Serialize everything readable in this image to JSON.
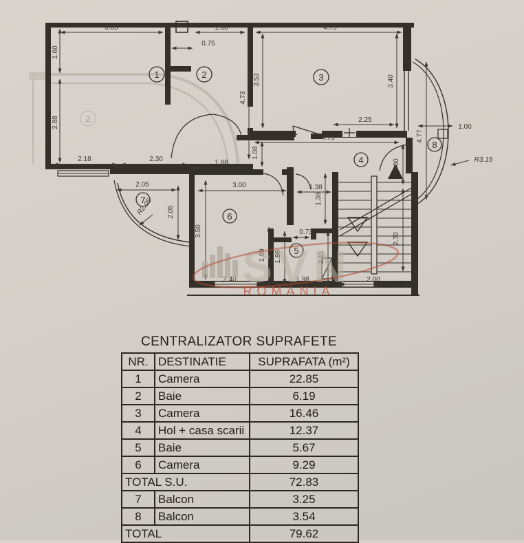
{
  "plan": {
    "rooms": {
      "r1": "1",
      "r2": "2",
      "r3": "3",
      "r4": "4",
      "r5": "5",
      "r6": "6",
      "r7": "7",
      "r8": "8",
      "ghost": "2"
    },
    "dims": {
      "room1_top": "3.85",
      "room2_top": "1.88",
      "room2_niche": "0.75",
      "room3_top": "4.75",
      "left_upper": "1.60",
      "left_lower": "2.88",
      "room2_right_h": "4.73",
      "room3_left_h": "3.53",
      "room3_right_h": "3.40",
      "hall_window": "2.25",
      "balc8_width": "1.00",
      "balc8_len": "4.77",
      "balc8_radius": "R3.15",
      "hall_top": "4.75",
      "hall_right_upper": "2.00",
      "hall_strip": "1.08",
      "room1_bottom": "2.18",
      "corridor_bottom": "2.30",
      "room2_bottom": "1.88",
      "balc7_w": "2.05",
      "balc7_h": "2.05",
      "balc7_radius": "R2.05",
      "room6_top": "3.00",
      "room6_left": "3.50",
      "room6_right": "1.99",
      "room5_left": "1.86",
      "room5_door": "0.73",
      "room5_right": "2.11",
      "nib_w": "1.38",
      "nib_h": "1.39",
      "stairs_right": "2.70",
      "room6_bottom": "2.40",
      "room5_bottom": "1.98",
      "stairs_bottom": "2.00"
    },
    "watermark": {
      "brand": "SVN",
      "country": "ROMANIA"
    }
  },
  "table": {
    "title": "CENTRALIZATOR SUPRAFETE",
    "headers": {
      "nr": "NR.",
      "dest": "DESTINATIE",
      "area": "SUPRAFATA (m²)"
    },
    "rows": [
      {
        "nr": "1",
        "dest": "Camera",
        "area": "22.85",
        "total": false
      },
      {
        "nr": "2",
        "dest": "Baie",
        "area": "6.19",
        "total": false
      },
      {
        "nr": "3",
        "dest": "Camera",
        "area": "16.46",
        "total": false
      },
      {
        "nr": "4",
        "dest": "Hol + casa scarii",
        "area": "12.37",
        "total": false
      },
      {
        "nr": "5",
        "dest": "Baie",
        "area": "5.67",
        "total": false
      },
      {
        "nr": "6",
        "dest": "Camera",
        "area": "9.29",
        "total": false
      },
      {
        "nr": "",
        "dest": "TOTAL S.U.",
        "area": "72.83",
        "total": true
      },
      {
        "nr": "7",
        "dest": "Balcon",
        "area": "3.25",
        "total": false
      },
      {
        "nr": "8",
        "dest": "Balcon",
        "area": "3.54",
        "total": false
      },
      {
        "nr": "",
        "dest": "TOTAL",
        "area": "79.62",
        "total": true
      }
    ]
  }
}
